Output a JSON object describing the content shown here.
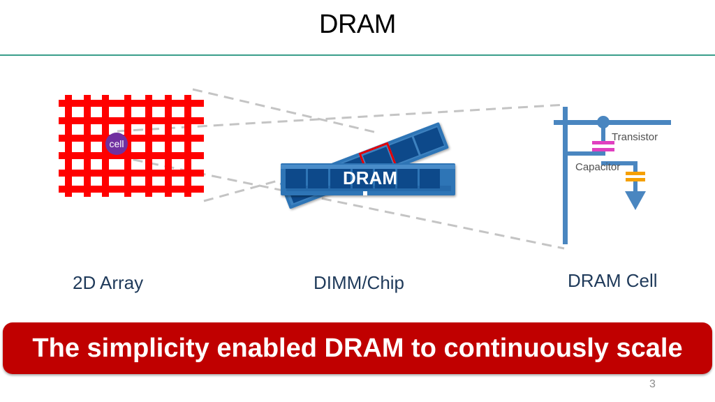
{
  "slide": {
    "title": "DRAM",
    "page_number": "3"
  },
  "diagram": {
    "array": {
      "cell_label": "cell",
      "caption": "2D Array"
    },
    "dimm": {
      "chip_label": "DRAM",
      "caption": "DIMM/Chip"
    },
    "dram_cell": {
      "transistor_label": "Transistor",
      "capacitor_label": "Capacitor",
      "caption": "DRAM Cell"
    }
  },
  "banner": {
    "text": "The simplicity enabled DRAM to continuously scale"
  },
  "colors": {
    "title_rule": "#3a9e8a",
    "grid_red": "#ff0000",
    "cell_purple": "#7030a0",
    "dimm_blue": "#2e75b6",
    "chip_navy": "#0b4a8a",
    "highlight_red": "#e00000",
    "wire_blue": "#4a86c0",
    "transistor_pink": "#e040c0",
    "capacitor_orange": "#f5a000",
    "banner_red": "#c00000",
    "caption_navy": "#1f3a5a"
  }
}
